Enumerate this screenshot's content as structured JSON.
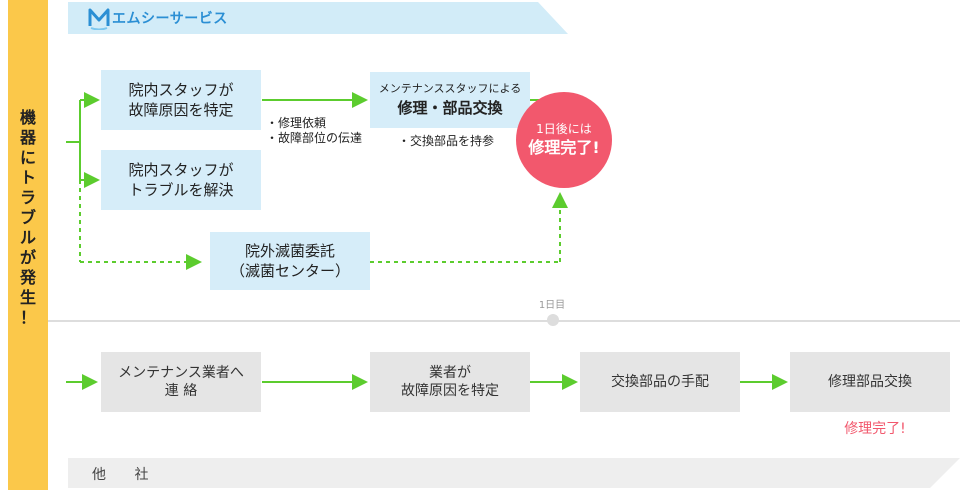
{
  "brand": {
    "name": "エムシーサービス"
  },
  "sidebar": {
    "chars": [
      "機",
      "器",
      "に",
      "ト",
      "ラ",
      "ブ",
      "ル",
      "が",
      "発",
      "生",
      "！"
    ]
  },
  "mc_flow": {
    "staff_identify": [
      "院内スタッフが",
      "故障原因を特定"
    ],
    "staff_resolve": [
      "院内スタッフが",
      "トラブルを解決"
    ],
    "notes_left": [
      "・修理依頼",
      "・故障部位の伝達"
    ],
    "maint_header": "メンテナンススタッフによる",
    "maint_main": "修理・部品交換",
    "notes_right": "・交換部品を持参",
    "outsource": [
      "院外滅菌委託",
      "（滅菌センター）"
    ],
    "circle": {
      "line1": "1日後には",
      "line2": "修理完了!"
    }
  },
  "timeline": {
    "day_label": "1日目"
  },
  "other_flow": {
    "step1": [
      "メンテナンス業者へ",
      "連 絡"
    ],
    "step2": [
      "業者が",
      "故障原因を特定"
    ],
    "step3": "交換部品の手配",
    "step4": "修理部品交換",
    "done": "修理完了!"
  },
  "other_label": "他 社",
  "colors": {
    "accent_green": "#5ccc2e",
    "sidebar_yellow": "#fbc84a",
    "light_blue": "#d6edf9",
    "pink": "#f2586d"
  }
}
